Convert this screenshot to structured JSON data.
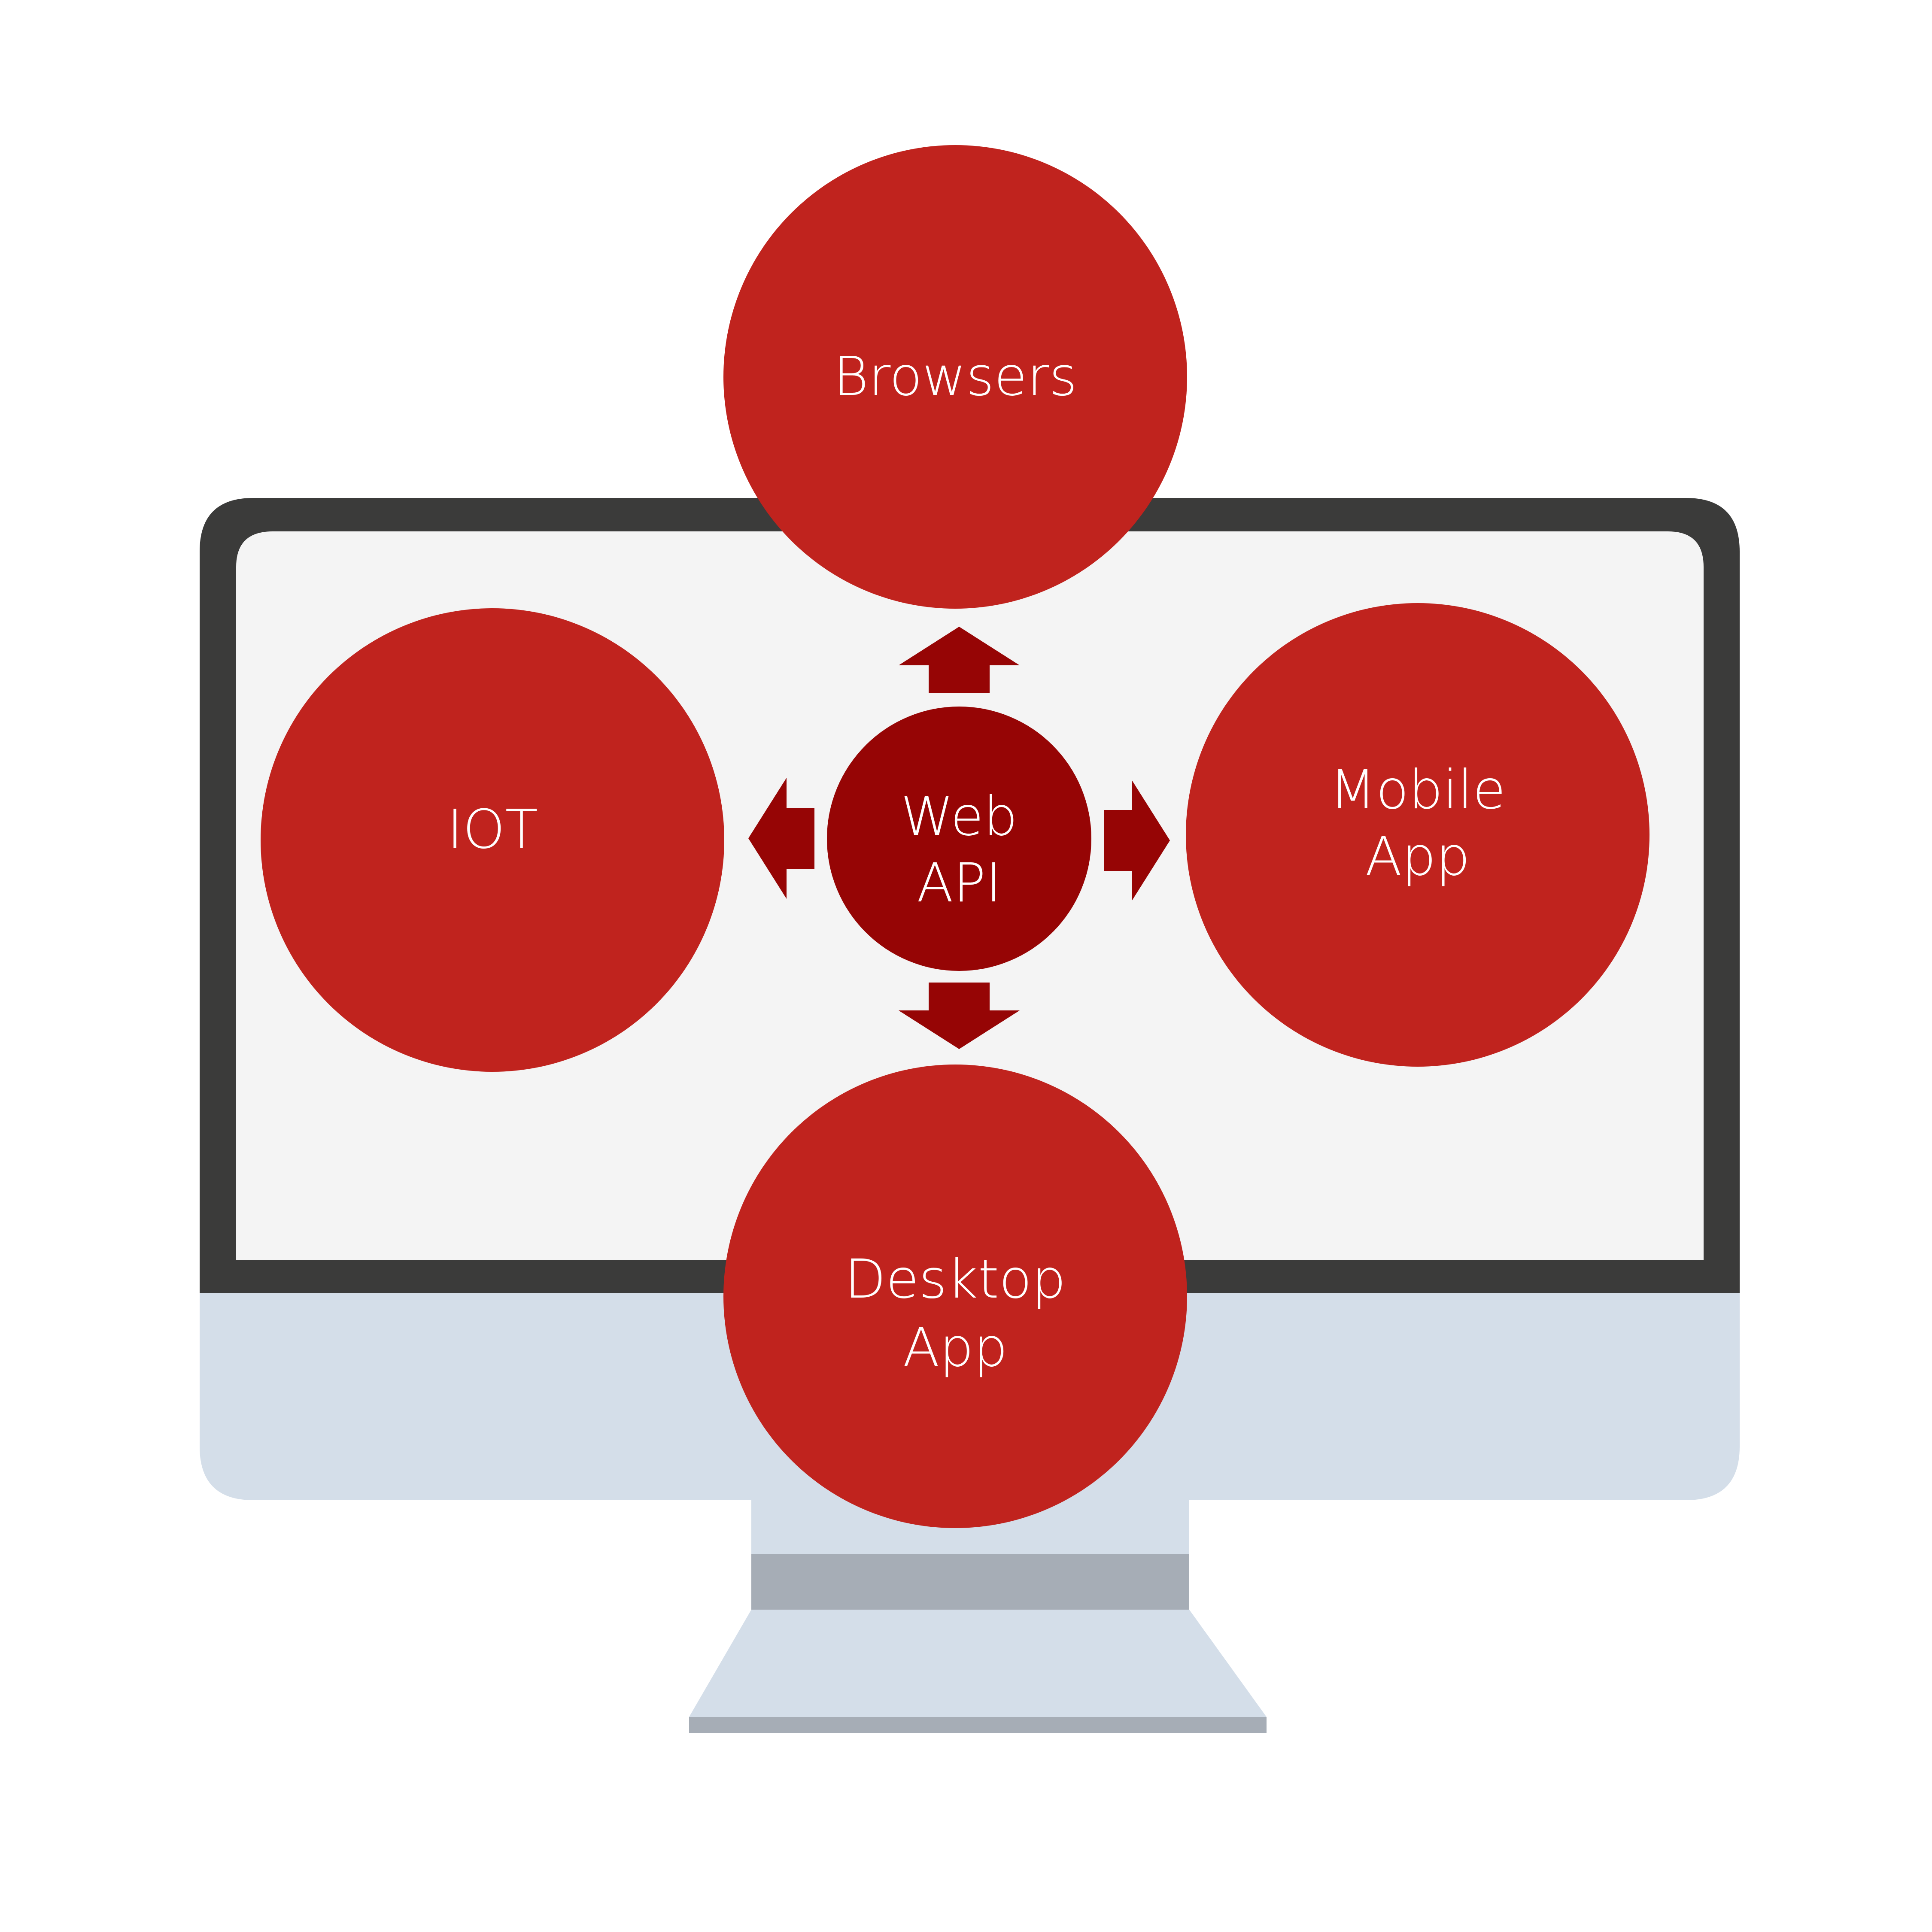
{
  "colors": {
    "background": "#ffffff",
    "monitor_bezel": "#3b3b3a",
    "monitor_screen": "#f4f4f4",
    "monitor_chin": "#d4dee9",
    "monitor_stand": "#d4dee9",
    "stand_band": "#a6adb6",
    "node_fill": "#c0231e",
    "hub_fill": "#960505",
    "arrow_fill": "#960505",
    "label_text": "#ffffff"
  },
  "hub": {
    "label_line1": "Web",
    "label_line2": "API"
  },
  "nodes": {
    "browsers": {
      "label_line1": "Browsers"
    },
    "iot": {
      "label_line1": "IOT"
    },
    "mobile_app": {
      "label_line1": "Mobile",
      "label_line2": "App"
    },
    "desktop_app": {
      "label_line1": "Desktop",
      "label_line2": "App"
    }
  },
  "connections": [
    {
      "from": "Web API",
      "to": "Browsers",
      "direction": "up"
    },
    {
      "from": "Web API",
      "to": "IOT",
      "direction": "left"
    },
    {
      "from": "Web API",
      "to": "Mobile App",
      "direction": "right"
    },
    {
      "from": "Web API",
      "to": "Desktop App",
      "direction": "down"
    }
  ]
}
